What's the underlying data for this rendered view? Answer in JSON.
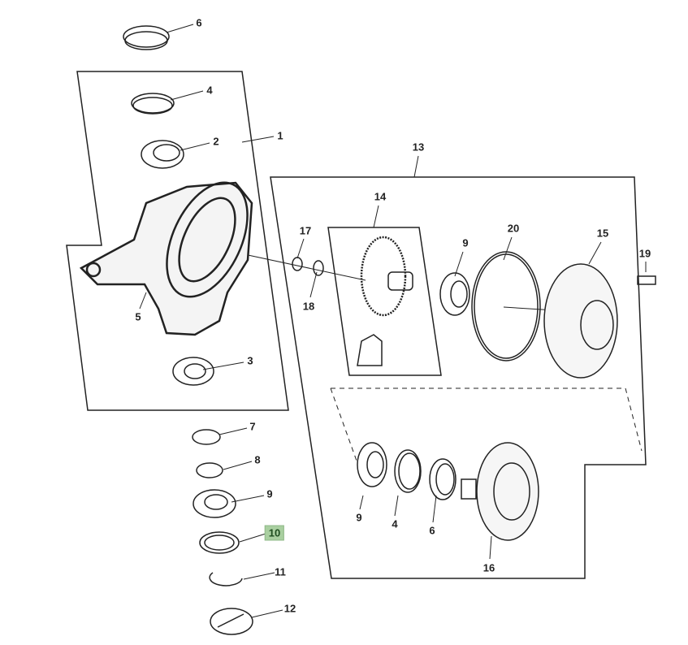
{
  "diagram": {
    "highlight_color": "#a9cfa0",
    "callouts": [
      {
        "id": "c6a",
        "label": "6"
      },
      {
        "id": "c4a",
        "label": "4"
      },
      {
        "id": "c2",
        "label": "2"
      },
      {
        "id": "c1",
        "label": "1"
      },
      {
        "id": "c5",
        "label": "5"
      },
      {
        "id": "c3",
        "label": "3"
      },
      {
        "id": "c7",
        "label": "7"
      },
      {
        "id": "c8",
        "label": "8"
      },
      {
        "id": "c9a",
        "label": "9"
      },
      {
        "id": "c10",
        "label": "10",
        "highlighted": true
      },
      {
        "id": "c11",
        "label": "11"
      },
      {
        "id": "c12",
        "label": "12"
      },
      {
        "id": "c13",
        "label": "13"
      },
      {
        "id": "c14",
        "label": "14"
      },
      {
        "id": "c17",
        "label": "17"
      },
      {
        "id": "c18",
        "label": "18"
      },
      {
        "id": "c9b",
        "label": "9"
      },
      {
        "id": "c20",
        "label": "20"
      },
      {
        "id": "c15",
        "label": "15"
      },
      {
        "id": "c19",
        "label": "19"
      },
      {
        "id": "c9c",
        "label": "9"
      },
      {
        "id": "c4b",
        "label": "4"
      },
      {
        "id": "c6b",
        "label": "6"
      },
      {
        "id": "c16",
        "label": "16"
      }
    ]
  }
}
